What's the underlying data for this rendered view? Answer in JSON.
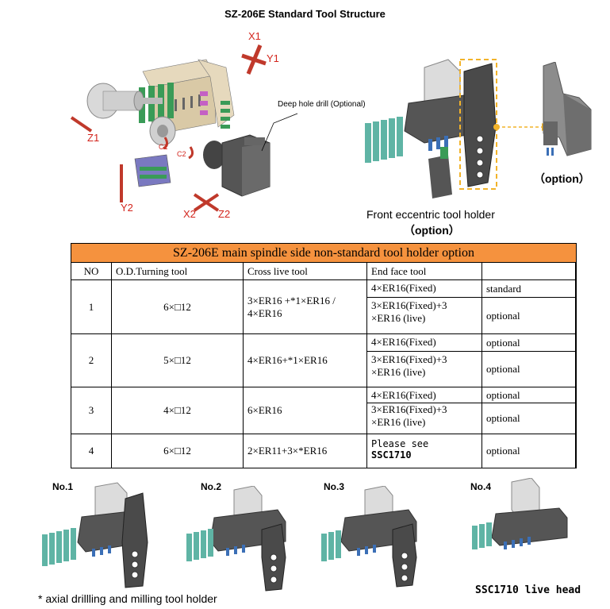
{
  "title": "SZ-206E Standard Tool Structure",
  "diagram_labels": {
    "x1": "X1",
    "y1": "Y1",
    "z1": "Z1",
    "c1": "C1",
    "c2": "C2",
    "y2": "Y2",
    "x2": "X2",
    "z2": "Z2",
    "deep_hole": "Deep hole drill (Optional)"
  },
  "front_caption": "Front eccentric tool holder",
  "front_option": "（option）",
  "side_option": "（option）",
  "table": {
    "title": "SZ-206E main spindle side non-standard tool holder option",
    "headers": [
      "NO",
      "O.D.Turning tool",
      "Cross live tool",
      "End face tool"
    ],
    "rows": [
      {
        "no": "1",
        "od": "6×□12",
        "cross": "3×ER16 +*1×ER16 / 4×ER16",
        "end": [
          {
            "text": "4×ER16(Fixed)",
            "status": "standard"
          },
          {
            "text": "3×ER16(Fixed)+3 ×ER16 (live)",
            "status": "optional"
          }
        ]
      },
      {
        "no": "2",
        "od": "5×□12",
        "cross": "4×ER16+*1×ER16",
        "end": [
          {
            "text": "4×ER16(Fixed)",
            "status": "optional"
          },
          {
            "text": "3×ER16(Fixed)+3 ×ER16 (live)",
            "status": "optional"
          }
        ]
      },
      {
        "no": "3",
        "od": "4×□12",
        "cross": "6×ER16",
        "end": [
          {
            "text": "4×ER16(Fixed)",
            "status": "optional"
          },
          {
            "text": "3×ER16(Fixed)+3 ×ER16 (live)",
            "status": "optional"
          }
        ]
      },
      {
        "no": "4",
        "od": "6×□12",
        "cross": "2×ER11+3×*ER16",
        "end_please": "Please see",
        "end_ref": "SSC1710",
        "status": "optional"
      }
    ]
  },
  "bottom": {
    "labels": [
      "No.1",
      "No.2",
      "No.3",
      "No.4"
    ],
    "footnote": "* axial drillling and milling tool holder",
    "ssc_label": "SSC1710 live head"
  },
  "colors": {
    "orange_header": "#f5923e",
    "red_label": "#d3251d",
    "teal_tools": "#5fb4a5",
    "dashed_box": "#f2b32a"
  }
}
